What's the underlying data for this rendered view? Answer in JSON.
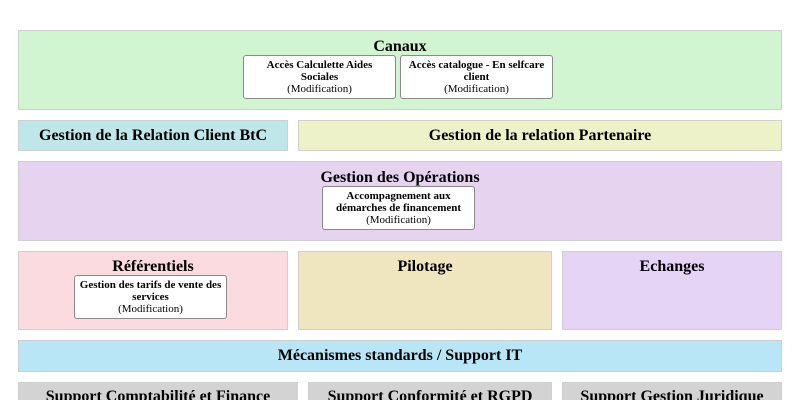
{
  "canaux": {
    "title": "Canaux",
    "color": "#d0f5d0",
    "cards": [
      {
        "name": "Accès Calculette Aides Sociales",
        "status": "(Modification)"
      },
      {
        "name": "Accès catalogue - En selfcare client",
        "status": "(Modification)"
      }
    ]
  },
  "grc_btc": {
    "title": "Gestion de la Relation Client BtC",
    "color": "#bfe6e8"
  },
  "relation_partenaire": {
    "title": "Gestion de la relation Partenaire",
    "color": "#eef2c9"
  },
  "operations": {
    "title": "Gestion des Opérations",
    "color": "#e5d3f0",
    "cards": [
      {
        "name": "Accompagnement aux démarches de financement",
        "status": "(Modification)"
      }
    ]
  },
  "referentiels": {
    "title": "Référentiels",
    "color": "#fbdbe0",
    "cards": [
      {
        "name": "Gestion des tarifs de vente des services",
        "status": "(Modification)"
      }
    ]
  },
  "pilotage": {
    "title": "Pilotage",
    "color": "#efe6bf"
  },
  "echanges": {
    "title": "Echanges",
    "color": "#e6d4f7"
  },
  "mecanismes": {
    "title": "Mécanismes standards / Support IT",
    "color": "#b8e6f7"
  },
  "support": [
    {
      "title": "Support Comptabilité et Finance",
      "color": "#d3d3d3"
    },
    {
      "title": "Support Conformité et RGPD",
      "color": "#d3d3d3"
    },
    {
      "title": "Support Gestion Juridique",
      "color": "#d3d3d3"
    }
  ]
}
